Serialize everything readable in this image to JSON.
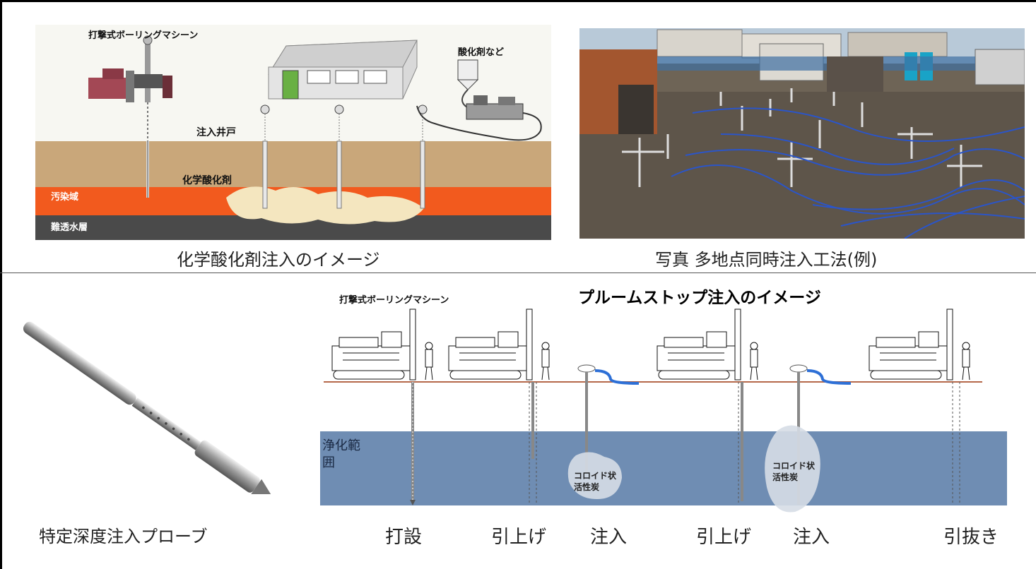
{
  "top_left": {
    "machine_label": "打撃式ボーリングマシーン",
    "oxidant_label": "酸化剤など",
    "well_label": "注入井戸",
    "chemical_label": "化学酸化剤",
    "contaminated_label": "汚染域",
    "aquitard_label": "難透水層",
    "caption": "化学酸化剤注入のイメージ"
  },
  "top_right": {
    "caption": "写真 多地点同時注入工法(例)"
  },
  "bottom_left": {
    "caption": "特定深度注入プローブ"
  },
  "bottom_right": {
    "title": "プルームストップ注入のイメージ",
    "machine_label": "打撃式ボーリングマシーン",
    "zone_label": "浄化範\n囲",
    "colloid_label_1": "コロイド状\n活性炭",
    "colloid_label_2": "コロイド状\n活性炭",
    "steps": [
      "打設",
      "引上げ",
      "注入",
      "引上げ",
      "注入",
      "引抜き"
    ]
  },
  "colors": {
    "soil": "#c9a77a",
    "contaminated": "#f25a1e",
    "aquitard": "#4a4a4a",
    "zone_blue": "#6f8db3",
    "hose_blue": "#2d6fd6"
  }
}
